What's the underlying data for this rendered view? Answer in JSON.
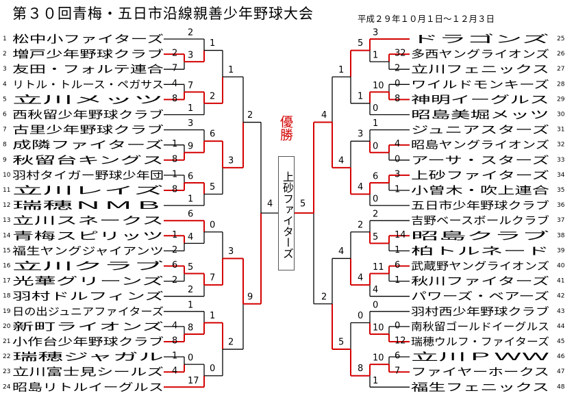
{
  "title": "第３０回青梅・五日市沿線親善少年野球大会",
  "date": "平成２９年１０月１日～１２月３日",
  "champion_label": "優勝",
  "champion": "上砂ファイターズ",
  "colors": {
    "line": "#000000",
    "win": "#d40000"
  },
  "left_teams": [
    "松中小ファイターズ",
    "増戸少年野球クラブ",
    "友田・フォルテ連合",
    "リトル・トルース・ペガサス",
    "立川メッツ",
    "西秋留少年野球クラブ",
    "古里少年野球クラブ",
    "成隣ファイターズ",
    "秋留台キングス",
    "羽村タイガー野球少年団",
    "立川レイズ",
    "瑞穂ＮＭＢ",
    "立川スネークス",
    "青梅スピリッツ",
    "福生ヤングジャイアンツ",
    "立川クラブ",
    "光華グリーンズ",
    "羽村ドルフィンズ",
    "日の出ジュニアファイターズ",
    "新町ライオンズ",
    "小作台少年野球クラブ",
    "瑞穂ジャガル",
    "立川富士見シールズ",
    "昭島リトルイーグルス"
  ],
  "right_teams": [
    "ドラゴンズ",
    "多西ヤングライオンズ",
    "立川フェニックス",
    "ワイルドモンキーズ",
    "神明イーグルス",
    "昭島美堀メッツ",
    "ジュニアスターズ",
    "昭島ヤングライオンズ",
    "アーサ・スターズ",
    "上砂ファイターズ",
    "小曽木・吹上連合",
    "五日市少年野球クラブ",
    "吉野ベースボールクラブ",
    "昭島クラブ",
    "柏トルネード",
    "武蔵野ヤングライオンズ",
    "秋川ファイターズ",
    "パワーズ・ベアーズ",
    "羽村西少年野球クラブ",
    "南秋留ゴールドイーグルス",
    "瑞穂ウルフ・ファイターズ",
    "立川ＰＷＷ",
    "ファイヤーホークス",
    "福生フェニックス"
  ],
  "left_numbers": [
    "1",
    "2",
    "3",
    "4",
    "5",
    "6",
    "7",
    "8",
    "9",
    "10",
    "11",
    "12",
    "13",
    "14",
    "15",
    "16",
    "17",
    "18",
    "19",
    "20",
    "21",
    "22",
    "23",
    "24"
  ],
  "right_numbers": [
    "25",
    "26",
    "27",
    "28",
    "29",
    "30",
    "31",
    "32",
    "33",
    "34",
    "35",
    "36",
    "37",
    "38",
    "39",
    "40",
    "41",
    "42",
    "43",
    "44",
    "45",
    "46",
    "47",
    "48"
  ],
  "left_rounds": {
    "r1": [
      {
        "a": "2",
        "b": "7",
        "winner": "a"
      },
      {
        "a": "4",
        "b": "8",
        "winner": "b"
      },
      {
        "a": "1",
        "b": "8",
        "winner": "b"
      },
      {
        "a": "1",
        "b": "8",
        "winner": "b"
      },
      {
        "a": "1",
        "b": "2",
        "winner": "a"
      },
      {
        "a": "6",
        "b": "2",
        "winner": "a"
      },
      {
        "a": "4",
        "b": "8",
        "winner": "b"
      },
      {
        "a": "1",
        "b": "4",
        "winner": "b"
      }
    ],
    "r2": [
      {
        "bye": "2",
        "seed": "3",
        "winner": "seed"
      },
      {
        "seed": "7",
        "bye": "1",
        "winner": "seed"
      },
      {
        "bye": "3",
        "seed": "9",
        "winner": "seed"
      },
      {
        "seed": "6",
        "bye": "1",
        "winner": "seed"
      },
      {
        "bye": "6",
        "seed": "4",
        "winner": "bye"
      },
      {
        "seed": "5",
        "bye": "2",
        "winner": "seed"
      },
      {
        "bye": "1",
        "seed": "8",
        "winner": "seed"
      },
      {
        "seed": "0",
        "bye": "17",
        "winner": "bye"
      }
    ],
    "r3": [
      {
        "a": "1",
        "b": "2",
        "winner": "b"
      },
      {
        "a": "6",
        "b": "5",
        "winner": "a"
      },
      {
        "a": "0",
        "b": "7",
        "winner": "b"
      },
      {
        "a": "1",
        "b": "0",
        "winner": "a"
      }
    ],
    "r4": [
      {
        "a": "1",
        "b": "3",
        "winner": "b"
      },
      {
        "a": "3",
        "b": "2",
        "winner": "a"
      }
    ],
    "semi": {
      "a": "2",
      "b": "9",
      "winner": "b"
    }
  },
  "right_rounds": {
    "r1": [
      {
        "a": "32",
        "b": "2",
        "winner": "a"
      },
      {
        "a": "0",
        "b": "8",
        "winner": "b"
      },
      {
        "a": "4",
        "b": "0",
        "winner": "a"
      },
      {
        "a": "3",
        "b": "1",
        "winner": "a"
      },
      {
        "a": "14",
        "b": "1",
        "winner": "a"
      },
      {
        "a": "6",
        "b": "1",
        "winner": "a"
      },
      {
        "a": "0",
        "b": "12",
        "winner": "b"
      },
      {
        "a": "6",
        "b": "7",
        "winner": "b"
      }
    ],
    "r2": [
      {
        "bye": "3",
        "seed": "1",
        "winner": "bye"
      },
      {
        "seed": "10",
        "bye": "0",
        "winner": "seed"
      },
      {
        "bye": "1",
        "seed": "0",
        "winner": "seed"
      },
      {
        "seed": "6",
        "bye": "0",
        "winner": "seed"
      },
      {
        "bye": "2",
        "seed": "5",
        "winner": "seed"
      },
      {
        "seed": "11",
        "bye": "4",
        "winner": "seed"
      },
      {
        "bye": "0",
        "seed": "10",
        "winner": "seed"
      },
      {
        "seed": "10",
        "bye": "1",
        "winner": "seed"
      }
    ],
    "r3": [
      {
        "a": "5",
        "b": "1",
        "winner": "a"
      },
      {
        "a": "3",
        "b": "4",
        "winner": "b"
      },
      {
        "a": "2",
        "b": "4",
        "winner": "b"
      },
      {
        "a": "0",
        "b": "8",
        "winner": "b"
      }
    ],
    "r4": [
      {
        "a": "1",
        "b": "4",
        "winner": "b"
      },
      {
        "a": "4",
        "b": "5",
        "winner": "b"
      }
    ],
    "semi": {
      "a": "4",
      "b": "2",
      "winner": "a"
    }
  },
  "final": {
    "left": "4",
    "right": "5",
    "winner": "right"
  }
}
